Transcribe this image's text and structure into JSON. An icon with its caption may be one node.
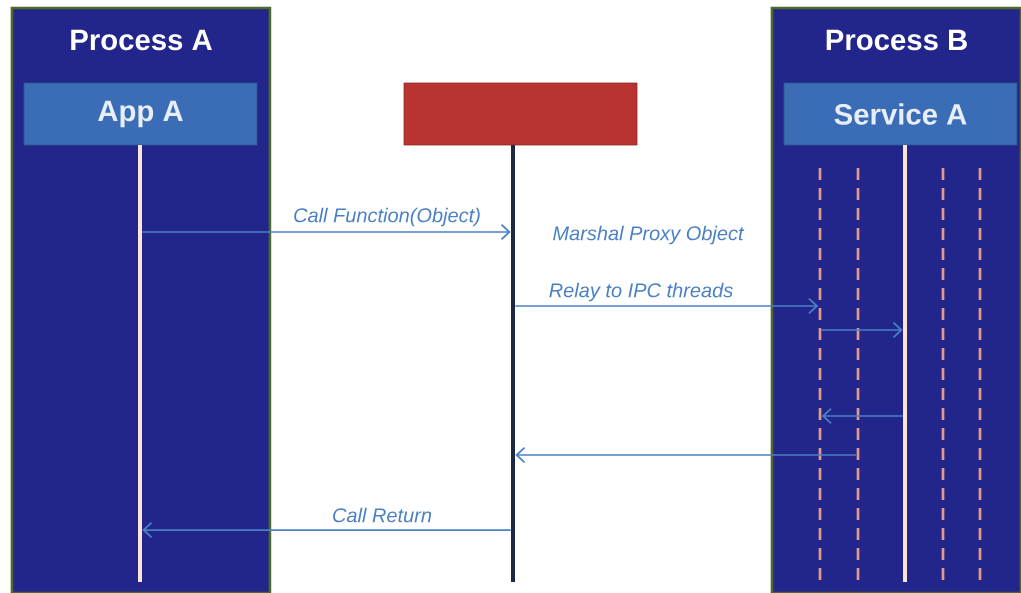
{
  "diagram": {
    "nodes": [
      {
        "text": [
          "Process A"
        ]
      },
      {
        "text": [
          "App A"
        ],
        "in": 0
      },
      {
        "text": [],
        "shape": "box"
      },
      {
        "text": [
          "Process B"
        ]
      },
      {
        "text": [
          "Service A"
        ],
        "in": 3
      },
      {
        "text": [],
        "shape": "bar",
        "in": 0
      },
      {
        "text": [],
        "shape": "bar"
      },
      {
        "text": [],
        "shape": "bar",
        "in": 3
      },
      {
        "text": [],
        "shape": "bar",
        "in": 3
      },
      {
        "text": [],
        "shape": "bar",
        "in": 3
      },
      {
        "text": [],
        "shape": "bar",
        "in": 3
      },
      {
        "text": [],
        "shape": "bar",
        "in": 3
      }
    ],
    "edges": [
      {
        "from": 5,
        "to": 6,
        "arrow": "to",
        "label": "Call Function(Object)"
      },
      {
        "from": 6,
        "to": 7,
        "arrow": "to",
        "label": "Relay to IPC threads"
      },
      {
        "from": 7,
        "to": 9,
        "arrow": "to"
      },
      {
        "from": 9,
        "to": 7,
        "arrow": "to"
      },
      {
        "from": 8,
        "to": 6,
        "arrow": "to"
      },
      {
        "from": 6,
        "to": 5,
        "arrow": "to",
        "label": "Call Return"
      }
    ],
    "labels": [
      "Marshal  Proxy  Object"
    ]
  }
}
